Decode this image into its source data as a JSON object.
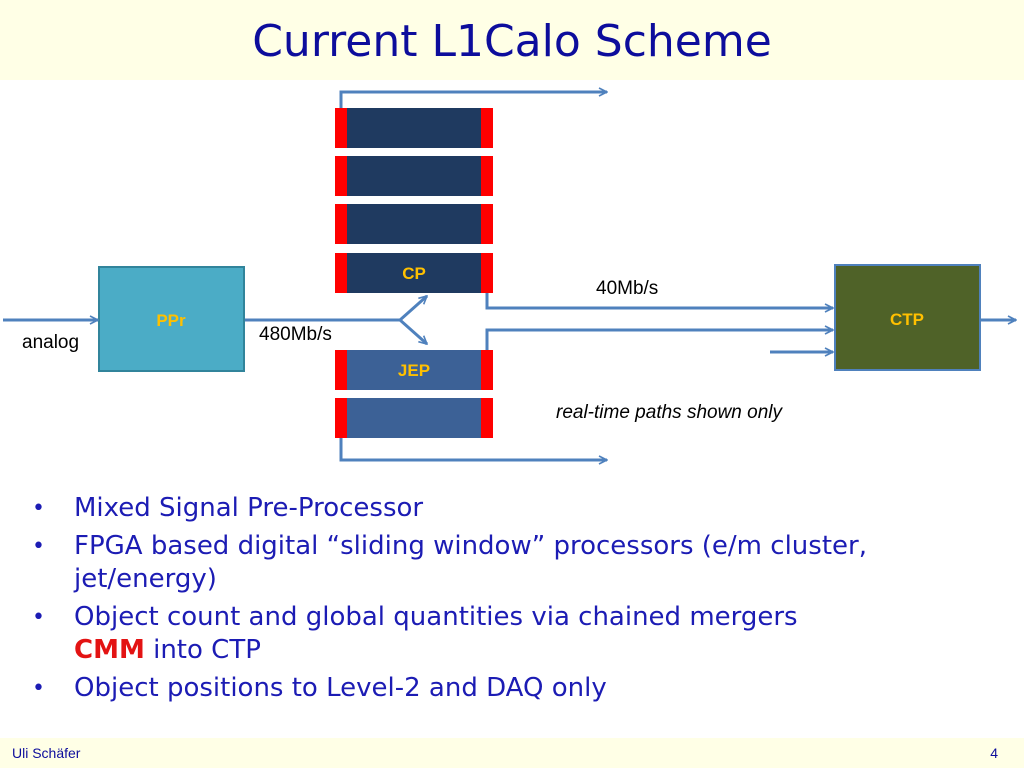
{
  "slide": {
    "title": "Current L1Calo Scheme",
    "footer_author": "Uli Schäfer",
    "page_number": "4"
  },
  "diagram": {
    "ppr_label": "PPr",
    "cp_label": "CP",
    "jep_label": "JEP",
    "ctp_label": "CTP",
    "analog_label": "analog",
    "rate_480": "480Mb/s",
    "rate_40": "40Mb/s",
    "note": "real-time paths shown only",
    "colors": {
      "ppr_fill": "#4bacc6",
      "cp_fill": "#1f3a60",
      "jep_fill": "#3c6196",
      "ctp_fill": "#4f6228",
      "connector": "#ff0000",
      "arrow": "#4f81bd",
      "label_text": "#ffc000"
    }
  },
  "bullets": [
    {
      "text": "Mixed Signal Pre-Processor"
    },
    {
      "text": "FPGA based digital “sliding window” processors (e/m cluster, jet/energy)"
    },
    {
      "pre": "Object count and global quantities via chained mergers",
      "highlight": "CMM",
      "post": " into CTP"
    },
    {
      "text": "Object positions to Level-2 and DAQ only"
    }
  ]
}
